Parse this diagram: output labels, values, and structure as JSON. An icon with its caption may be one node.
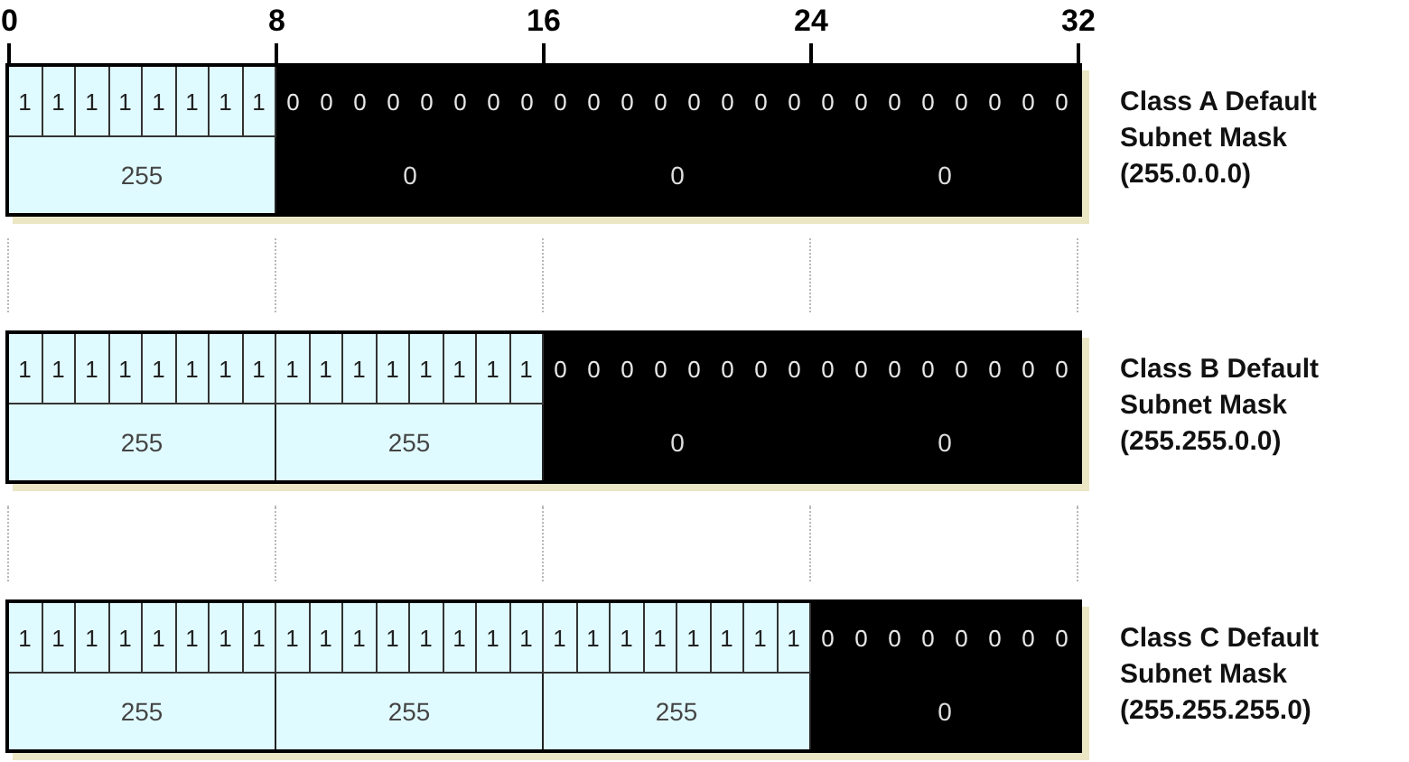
{
  "diagram": {
    "labels": [
      "0",
      "8",
      "16",
      "24",
      "32",
      "1",
      "1",
      "1",
      "1",
      "1",
      "1",
      "1",
      "1",
      "0",
      "0",
      "0",
      "0",
      "0",
      "0",
      "0",
      "0",
      "0",
      "0",
      "0",
      "0",
      "0",
      "0",
      "0",
      "0",
      "0",
      "0",
      "0",
      "0",
      "0",
      "0",
      "0",
      "0",
      "255",
      "0",
      "0",
      "0",
      "Class A Default Subnet Mask (255.0.0.0)",
      "1",
      "1",
      "1",
      "1",
      "1",
      "1",
      "1",
      "1",
      "1",
      "1",
      "1",
      "1",
      "1",
      "1",
      "1",
      "1",
      "0",
      "0",
      "0",
      "0",
      "0",
      "0",
      "0",
      "0",
      "0",
      "0",
      "0",
      "0",
      "0",
      "0",
      "0",
      "0",
      "255",
      "255",
      "0",
      "0",
      "Class B Default Subnet Mask (255.255.0.0)",
      "1",
      "1",
      "1",
      "1",
      "1",
      "1",
      "1",
      "1",
      "1",
      "1",
      "1",
      "1",
      "1",
      "1",
      "1",
      "1",
      "1",
      "1",
      "1",
      "1",
      "1",
      "1",
      "1",
      "1",
      "0",
      "0",
      "0",
      "0",
      "0",
      "0",
      "0",
      "0",
      "255",
      "255",
      "255",
      "0",
      "Class C Default Subnet Mask (255.255.255.0)"
    ]
  }
}
